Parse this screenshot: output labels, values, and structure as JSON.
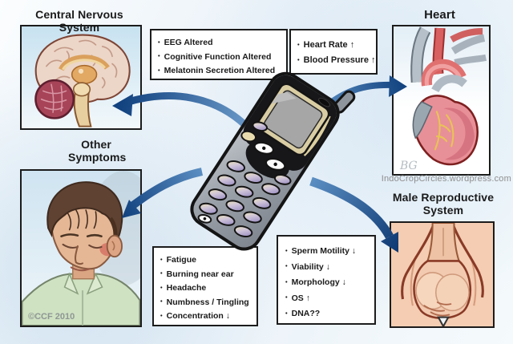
{
  "title_note": "Effects of cell phone radiation diagram",
  "palette": {
    "arrow_blue_dark": "#12427f",
    "arrow_blue_light": "#6d9ccb",
    "box_border": "#1c1c1c",
    "text": "#1a1a1a",
    "skin": "#f4cdb2"
  },
  "sections": {
    "cns": {
      "title": "Central Nervous System",
      "effects": [
        "EEG Altered",
        "Cognitive Function Altered",
        "Melatonin Secretion Altered"
      ]
    },
    "heart": {
      "title": "Heart",
      "effects": [
        "Heart Rate ↑",
        "Blood Pressure ↑"
      ]
    },
    "other_symptoms": {
      "title": "Other Symptoms",
      "effects": [
        "Fatigue",
        "Burning near ear",
        "Headache",
        "Numbness / Tingling",
        "Concentration ↓"
      ]
    },
    "male_reproductive": {
      "title": "Male Reproductive System",
      "effects": [
        "Sperm Motility ↓",
        "Viability ↓",
        "Morphology ↓",
        "OS ↑",
        "DNA??"
      ]
    }
  },
  "watermarks": {
    "site": "IndoCropCircles.wordpress.com",
    "copyright": "©CCF 2010",
    "signature": "BG"
  }
}
